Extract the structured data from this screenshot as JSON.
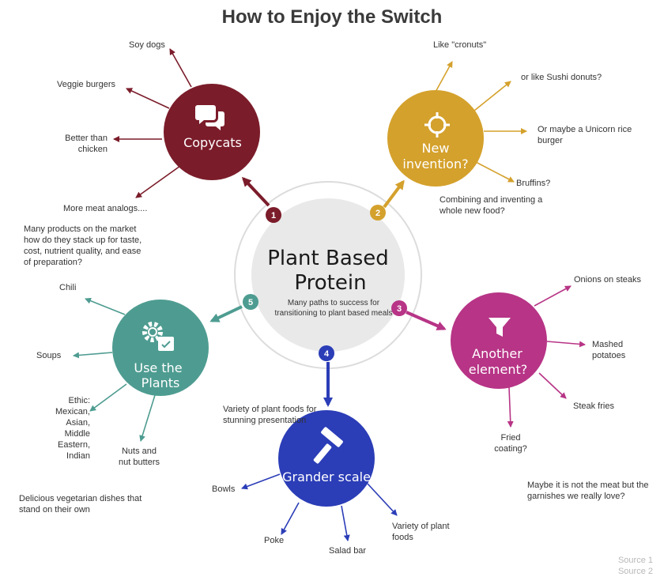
{
  "title": "How to Enjoy the Switch",
  "colors": {
    "copycats": "#7b1c2a",
    "invention": "#d4a12c",
    "element": "#b73486",
    "scale": "#2b3db7",
    "plants": "#4e9c91",
    "center": "#e9e9e9",
    "ring": "#dcdcdc"
  },
  "center": {
    "title_line1": "Plant Based",
    "title_line2": "Protein",
    "sub_line1": "Many paths to success for",
    "sub_line2": "transitioning to plant based meals"
  },
  "nodes": [
    {
      "id": "copycats",
      "number": "1",
      "label_line1": "Copycats",
      "label_line2": "",
      "icon": "chat-bubbles-icon"
    },
    {
      "id": "invention",
      "number": "2",
      "label_line1": "New",
      "label_line2": "invention?",
      "icon": "crosshair-icon"
    },
    {
      "id": "element",
      "number": "3",
      "label_line1": "Another",
      "label_line2": "element?",
      "icon": "funnel-icon"
    },
    {
      "id": "scale",
      "number": "4",
      "label_line1": "Grander scale",
      "label_line2": "",
      "icon": "hammer-icon"
    },
    {
      "id": "plants",
      "number": "5",
      "label_line1": "Use the",
      "label_line2": "Plants",
      "icon": "gear-check-icon"
    }
  ],
  "copycats": {
    "items": [
      "Soy dogs",
      "Veggie burgers",
      "Better than chicken",
      "More meat analogs...."
    ],
    "note": "Many products on the market how do they stack up for taste, cost, nutrient quality, and ease of preparation?"
  },
  "invention": {
    "items": [
      "Like \"cronuts\"",
      "or like Sushi donuts?",
      "Or maybe a Unicorn rice burger",
      "Bruffins?"
    ],
    "note": "Combining and inventing a whole new food?"
  },
  "element": {
    "items": [
      "Onions on steaks",
      "Mashed potatoes",
      "Steak fries",
      "Fried coating?"
    ],
    "note": "Maybe it is not the meat but the garnishes we really love?"
  },
  "scale": {
    "items": [
      "Bowls",
      "Poke",
      "Salad bar",
      "Variety of plant foods"
    ],
    "note": "Variety of plant foods for stunning presentation"
  },
  "plants": {
    "items": [
      "Chili",
      "Soups",
      "Ethic: Mexican, Asian, Middle Eastern, Indian",
      "Nuts and nut butters"
    ],
    "note": "Delicious vegetarian dishes that stand on their own"
  },
  "sources": [
    "Source 1",
    "Source 2"
  ]
}
